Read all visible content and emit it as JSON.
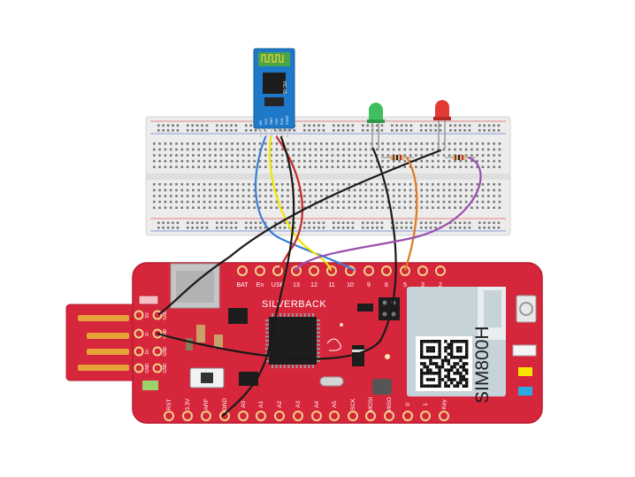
{
  "board": {
    "brand": "SILVERBACK",
    "module_label": "SIM800H",
    "top_pins": [
      "BAT",
      "En",
      "USB",
      "13",
      "12",
      "11",
      "10",
      "9",
      "6",
      "5",
      "3",
      "2"
    ],
    "bottom_pins": [
      "RST",
      "3.3V",
      "ARF",
      "GND",
      "A0",
      "A1",
      "A2",
      "A3",
      "A4",
      "A5",
      "SCK",
      "MOSI",
      "MISO",
      "0",
      "1",
      "Key"
    ],
    "usb_pins": [
      "5V",
      "D-",
      "D+",
      "GND"
    ],
    "usb_pins_right": [
      "GND",
      "GND",
      "GND",
      "GND"
    ]
  },
  "bluetooth_module": {
    "model": "HC-05",
    "pins": [
      "EN",
      "VCC",
      "GND",
      "TXD",
      "RXD",
      "STATE"
    ]
  },
  "leds": [
    {
      "name": "green-led",
      "color": "#3fbf5f"
    },
    {
      "name": "red-led",
      "color": "#e53935"
    }
  ],
  "colors": {
    "board": "#d6263b",
    "board_edge": "#b81d30",
    "breadboard": "#ececec",
    "rail_red": "#e06060",
    "rail_blue": "#6a7fd0",
    "wire_black": "#1a1a1a",
    "wire_red": "#c62828",
    "wire_yellow": "#f2e600",
    "wire_blue": "#3b7fd6",
    "wire_orange": "#e07a1f",
    "wire_purple": "#9b4fb0"
  }
}
